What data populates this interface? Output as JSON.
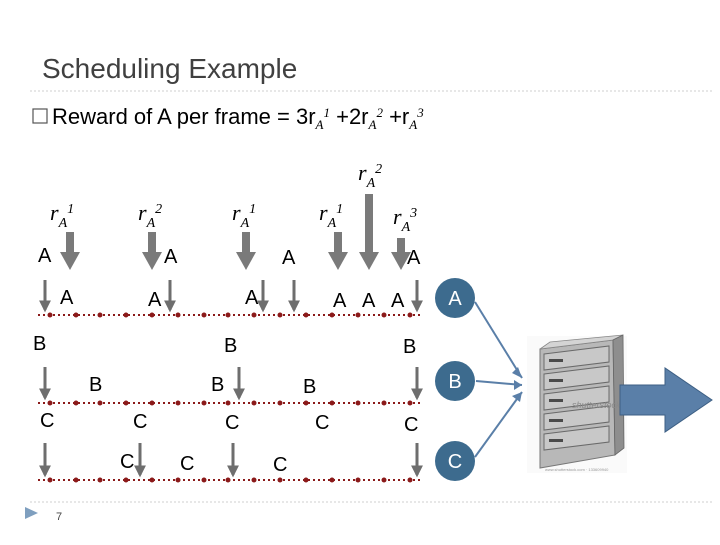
{
  "slide": {
    "title": "Scheduling Example",
    "bullet_icon": "checkbox-bullet-icon",
    "bullet_text": "Reward of A per frame = 3r",
    "bullet_sub1": "A",
    "bullet_sup1": "1",
    "bullet_plus2": " +2r",
    "bullet_sub2": "A",
    "bullet_sup2": "2",
    "bullet_plus3": " +r",
    "bullet_sub3": "A",
    "bullet_sup3": "3",
    "page_number": "7",
    "colors": {
      "title": "#404040",
      "text": "#000000",
      "arrow": "#7a7a7a",
      "timeline": "#8b1a1a",
      "dot": "#8b1a1a",
      "output_arrow": "#5a7fa8",
      "circle_fill": "#3d6b8e",
      "circle_text": "#ffffff"
    }
  },
  "rewards": {
    "r_label": "r",
    "sub": "A",
    "r1": {
      "sup": "1"
    },
    "r2": {
      "sup": "2"
    },
    "r3": {
      "sup": "1"
    },
    "r4": {
      "sup": "1"
    },
    "r5": {
      "sup": "3"
    },
    "r_top": {
      "sup": "2"
    }
  },
  "events": {
    "a_label": "A",
    "b_label": "B",
    "c_label": "C"
  },
  "circles": {
    "a": "A",
    "b": "B",
    "c": "C"
  },
  "server": {
    "icon": "server-rack-icon",
    "brand": "shutterstock",
    "caption": "www.shutterstock.com · 133609940"
  }
}
